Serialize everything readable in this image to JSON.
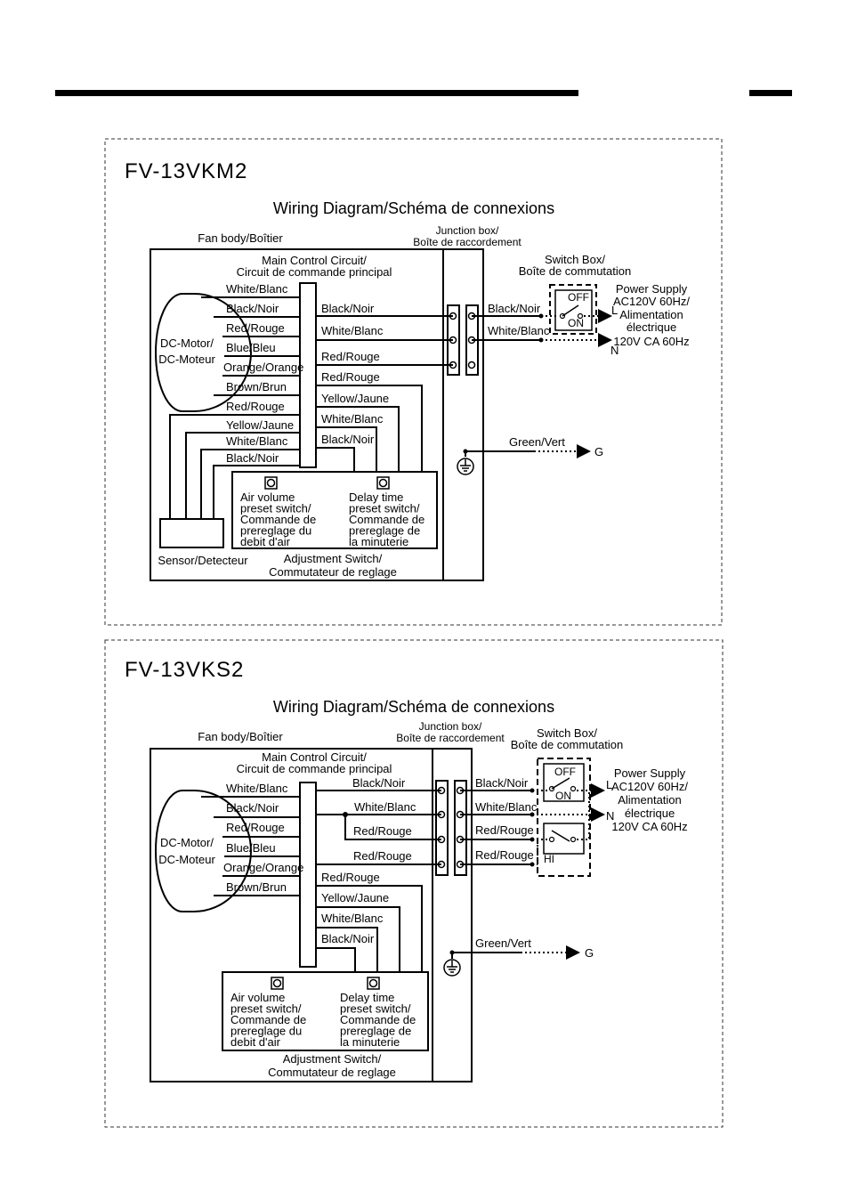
{
  "diagrams": [
    {
      "model": "FV-13VKM2",
      "title": "Wiring Diagram/Schéma de connexions",
      "fan_body": "Fan body/Boîtier",
      "junction_box": [
        "Junction box/",
        "Boîte de raccordement"
      ],
      "main_circuit": [
        "Main Control Circuit/",
        "Circuit de commande principal"
      ],
      "switch_box": [
        "Switch Box/",
        "Boîte de commutation"
      ],
      "motor": [
        "DC-Motor/",
        "DC-Moteur"
      ],
      "motor_wires": [
        "White/Blanc",
        "Black/Noir",
        "Red/Rouge",
        "Blue/Bleu",
        "Orange/Orange",
        "Brown/Brun"
      ],
      "sensor_wires": [
        "Red/Rouge",
        "Yellow/Jaune",
        "White/Blanc",
        "Black/Noir"
      ],
      "circuit_wires": [
        "Black/Noir",
        "White/Blanc",
        "Red/Rouge",
        "Red/Rouge",
        "Yellow/Jaune",
        "White/Blanc",
        "Black/Noir"
      ],
      "supply_wires": [
        "Black/Noir",
        "White/Blanc"
      ],
      "ground_wire": "Green/Vert",
      "sensor": "Sensor/Detecteur",
      "air_volume": [
        "Air volume",
        "preset switch/",
        "Commande de",
        "prereglage du",
        "debit d'air"
      ],
      "delay_time": [
        "Delay time",
        "preset switch/",
        "Commande de",
        "prereglage de",
        "la minuterie"
      ],
      "adjustment": [
        "Adjustment Switch/",
        "Commutateur de reglage"
      ],
      "power_supply": [
        "Power Supply",
        "AC120V 60Hz/",
        "Alimentation",
        "électrique",
        "120V CA 60Hz"
      ],
      "switch_off": "OFF",
      "switch_on": "ON",
      "line_L": "L",
      "line_N": "N",
      "line_G": "G"
    },
    {
      "model": "FV-13VKS2",
      "title": "Wiring Diagram/Schéma de connexions",
      "fan_body": "Fan body/Boîtier",
      "junction_box": [
        "Junction box/",
        "Boîte de raccordement"
      ],
      "main_circuit": [
        "Main Control Circuit/",
        "Circuit de commande principal"
      ],
      "switch_box": [
        "Switch Box/",
        "Boîte de commutation"
      ],
      "motor": [
        "DC-Motor/",
        "DC-Moteur"
      ],
      "motor_wires": [
        "White/Blanc",
        "Black/Noir",
        "Red/Rouge",
        "Blue/Bleu",
        "Orange/Orange",
        "Brown/Brun"
      ],
      "circuit_wires": [
        "Black/Noir",
        "White/Blanc",
        "Red/Rouge",
        "Red/Rouge",
        "Red/Rouge",
        "Yellow/Jaune",
        "White/Blanc",
        "Black/Noir"
      ],
      "supply_wires": [
        "Black/Noir",
        "White/Blanc",
        "Red/Rouge",
        "Red/Rouge"
      ],
      "ground_wire": "Green/Vert",
      "air_volume": [
        "Air volume",
        "preset switch/",
        "Commande de",
        "prereglage du",
        "debit d'air"
      ],
      "delay_time": [
        "Delay time",
        "preset switch/",
        "Commande de",
        "prereglage de",
        "la minuterie"
      ],
      "adjustment": [
        "Adjustment Switch/",
        "Commutateur de reglage"
      ],
      "power_supply": [
        "Power Supply",
        "AC120V 60Hz/",
        "Alimentation",
        "électrique",
        "120V CA 60Hz"
      ],
      "switch_off": "OFF",
      "switch_on": "ON",
      "switch_hi": "HI",
      "line_L": "L",
      "line_N": "N",
      "line_G": "G"
    }
  ]
}
